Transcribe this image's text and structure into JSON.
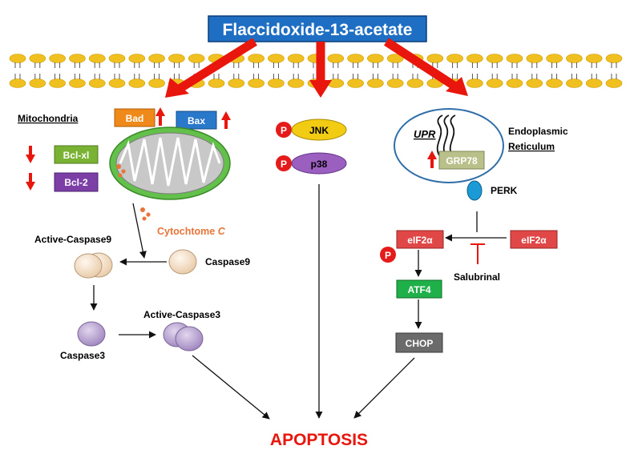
{
  "title": "Flaccidoxide-13-acetate",
  "outcome": "APOPTOSIS",
  "mitochondria": {
    "label": "Mitochondria",
    "bad": "Bad",
    "bax": "Bax",
    "bcl_xl": "Bcl-xl",
    "bcl_2": "Bcl-2",
    "cytochrome_prefix": "Cytochtome ",
    "cytochrome_letter": "C",
    "active_caspase9": "Active-Caspase9",
    "caspase9": "Caspase9",
    "caspase3": "Caspase3",
    "active_caspase3": "Active-Caspase3"
  },
  "mapk": {
    "phospho": "P",
    "jnk": "JNK",
    "p38": "p38"
  },
  "er": {
    "label_line1": "Endoplasmic",
    "label_line2": "Reticulum",
    "upr": "UPR",
    "grp78": "GRP78",
    "perk": "PERK",
    "eif2a_p": "eIF2α",
    "eif2a": "eIF2α",
    "phospho": "P",
    "salubrinal": "Salubrinal",
    "atf4": "ATF4",
    "chop": "CHOP"
  },
  "colors": {
    "title_bg": "#1e6fc4",
    "arrow_red": "#e8160c",
    "membrane": "#f0c020",
    "mito_outer": "#63c04a",
    "mito_inner": "#c8c8c8",
    "bad": "#ef8a1a",
    "bax": "#2a78c9",
    "bcl_xl": "#7ab233",
    "bcl_2": "#7b3fa6",
    "jnk": "#f2cc12",
    "p38": "#9b5fc0",
    "phospho": "#e51b1b",
    "grp78": "#b9c08a",
    "perk": "#1c9ad6",
    "eif2a": "#e04848",
    "atf4": "#1fb04a",
    "chop": "#6b6b6b",
    "caspase9": "#f3dcc2",
    "caspase3": "#b8a0d0",
    "cytochrome": "#e8743a",
    "apoptosis": "#e8160c"
  }
}
